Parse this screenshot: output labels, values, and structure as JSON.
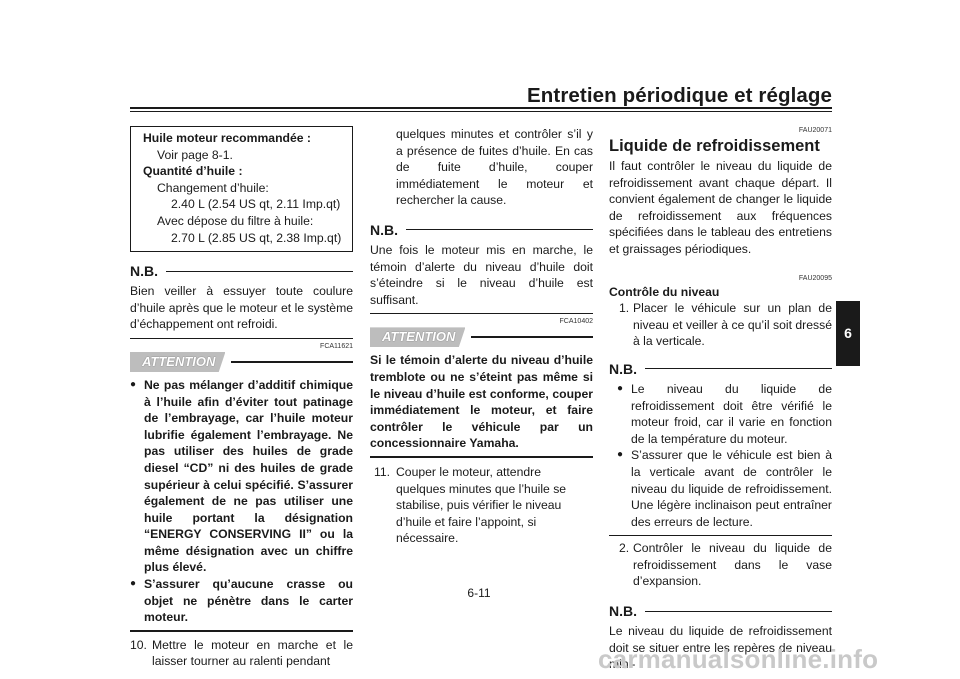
{
  "header": {
    "title": "Entretien périodique et réglage",
    "tab": "6"
  },
  "left": {
    "box": {
      "label1": "Huile moteur recommandée :",
      "value1": "Voir page 8-1.",
      "label2": "Quantité d’huile :",
      "sub1": "Changement d’huile:",
      "sub1_value": "2.40 L (2.54 US qt, 2.11 Imp.qt)",
      "sub2": "Avec dépose du filtre à huile:",
      "sub2_value": "2.70 L (2.85 US qt, 2.38 Imp.qt)"
    },
    "nb1": {
      "label": "N.B.",
      "text": "Bien veiller à essuyer toute coulure d’huile après que le moteur et le système d’échappement ont refroidi."
    },
    "att1": {
      "code": "FCA11621",
      "label": "ATTENTION",
      "bullets": [
        "Ne pas mélanger d’additif chimique à l’huile afin d’éviter tout patinage de l’embrayage, car l’huile moteur lubrifie également l’embrayage. Ne pas utiliser des huiles de grade diesel “CD” ni des huiles de grade supérieur à celui spécifié. S’assurer également de ne pas utiliser une huile portant la désignation “ENERGY CONSERVING II” ou la même désignation avec un chiffre plus élevé.",
        "S’assurer qu’aucune crasse ou objet ne pénètre dans le carter moteur."
      ]
    },
    "step10": {
      "num": "10.",
      "text": "Mettre le moteur en marche et le laisser tourner au ralenti pendant"
    }
  },
  "middle": {
    "cont": "quelques minutes et contrôler s’il y a présence de fuites d’huile. En cas de fuite d’huile, couper immédiatement le moteur et rechercher la cause.",
    "nb2": {
      "label": "N.B.",
      "text": "Une fois le moteur mis en marche, le témoin d’alerte du niveau d’huile doit s’éteindre si le niveau d’huile est suffisant."
    },
    "att2": {
      "code": "FCA10402",
      "label": "ATTENTION",
      "text": "Si le témoin d’alerte du niveau d’huile tremblote ou ne s’éteint pas même si le niveau d’huile est conforme, couper immédiatement le moteur, et faire contrôler le véhicule par un concessionnaire Yamaha."
    },
    "step11": {
      "num": "11.",
      "text": "Couper le moteur, attendre quelques minutes que l’huile se stabilise, puis vérifier le niveau d’huile et faire l’appoint, si nécessaire."
    }
  },
  "right": {
    "code1": "FAU20071",
    "heading": "Liquide de refroidissement",
    "intro": "Il faut contrôler le niveau du liquide de refroidissement avant chaque départ. Il convient également de changer le liquide de refroidissement aux fréquences spécifiées dans le tableau des entretiens et graissages périodiques.",
    "code2": "FAU20095",
    "subheading": "Contrôle du niveau",
    "step1": {
      "num": "1.",
      "text": "Placer le véhicule sur un plan de niveau et veiller à ce qu’il soit dressé à la verticale."
    },
    "nb3": {
      "label": "N.B.",
      "bullets": [
        "Le niveau du liquide de refroidissement doit être vérifié le moteur froid, car il varie en fonction de la température du moteur.",
        "S’assurer que le véhicule est bien à la verticale avant de contrôler le niveau du liquide de refroidissement. Une légère inclinaison peut entraîner des erreurs de lecture."
      ]
    },
    "step2": {
      "num": "2.",
      "text": "Contrôler le niveau du liquide de refroidissement dans le vase d’expansion."
    },
    "nb4": {
      "label": "N.B.",
      "text": "Le niveau du liquide de refroidissement doit se situer entre les repères de niveau mini-"
    }
  },
  "footer": {
    "page": "6-11"
  },
  "watermark": "carmanualsonline.info"
}
